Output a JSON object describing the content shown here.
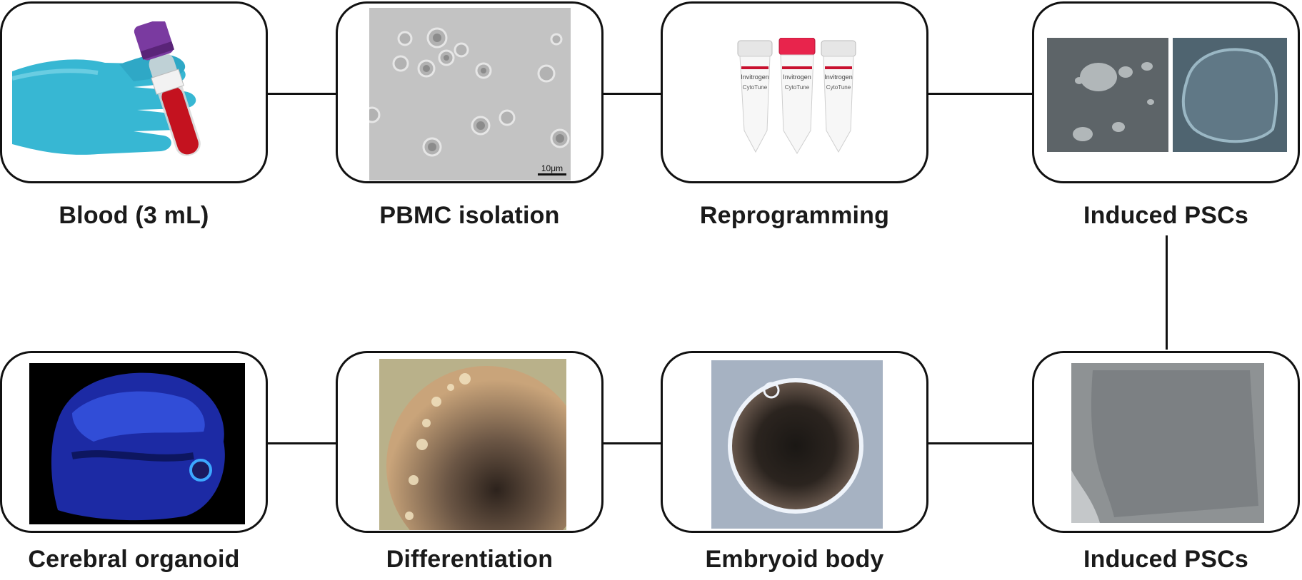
{
  "steps": [
    {
      "label": "Blood (3 mL)"
    },
    {
      "label": "PBMC isolation",
      "scale_text": "10μm"
    },
    {
      "label": "Reprogramming",
      "tube_brand": "Invitrogen",
      "tube_text": "CytoTune"
    },
    {
      "label": "Induced PSCs"
    },
    {
      "label": "Induced PSCs"
    },
    {
      "label": "Embryoid body"
    },
    {
      "label": "Differentiation"
    },
    {
      "label": "Cerebral organoid"
    }
  ]
}
